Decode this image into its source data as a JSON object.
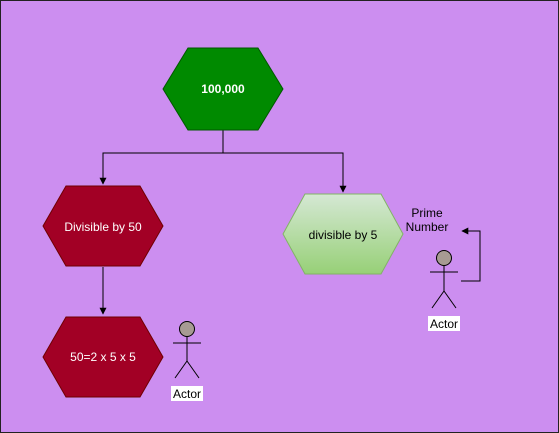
{
  "canvas": {
    "background": "#cc8ef0",
    "border": "#222222"
  },
  "nodes": {
    "top": {
      "label": "100,000",
      "fill": "#008a00",
      "stroke": "#005700",
      "text_color": "#ffffff"
    },
    "left": {
      "label": "Divisible by 50",
      "fill": "#a20025",
      "stroke": "#6f0000",
      "text_color": "#ffffff"
    },
    "bottom_left": {
      "label": "50=2 x 5 x 5",
      "fill": "#a20025",
      "stroke": "#6f0000",
      "text_color": "#ffffff"
    },
    "right": {
      "label": "divisible by 5",
      "fill_top": "#d5e8d4",
      "fill_bottom": "#97d077",
      "stroke": "#82b366",
      "text_color": "#000000"
    }
  },
  "annotations": {
    "prime_line1": "Prime",
    "prime_line2": "Number"
  },
  "actors": {
    "actor_left": {
      "label": "Actor",
      "head_fill": "#a79b93"
    },
    "actor_right": {
      "label": "Actor",
      "head_fill": "#a79b93"
    }
  }
}
